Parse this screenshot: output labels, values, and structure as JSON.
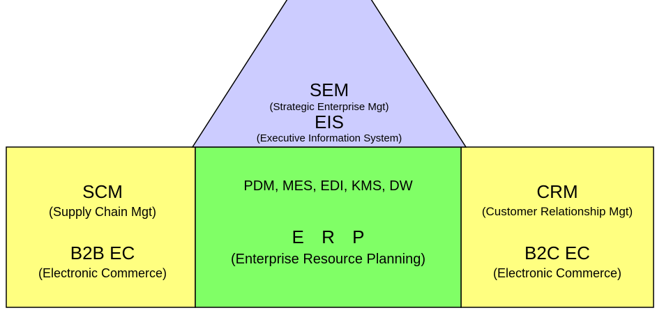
{
  "colors": {
    "side_box_fill": "#ffff80",
    "center_box_fill": "#80ff66",
    "roof_fill": "#ccccff",
    "outline": "#000000"
  },
  "roof": {
    "line1": "SEM",
    "line2": "(Strategic Enterprise Mgt)",
    "line3": "EIS",
    "line4": "(Executive Information System)"
  },
  "left_box": {
    "title1": "SCM",
    "subtitle1": "(Supply Chain Mgt)",
    "title2": "B2B EC",
    "subtitle2": "(Electronic Commerce)"
  },
  "center_box": {
    "modules": "PDM, MES, EDI, KMS, DW",
    "title": "E R P",
    "subtitle": "(Enterprise Resource Planning)"
  },
  "right_box": {
    "title1": "CRM",
    "subtitle1": "(Customer Relationship Mgt)",
    "title2": "B2C EC",
    "subtitle2": "(Electronic Commerce)"
  }
}
